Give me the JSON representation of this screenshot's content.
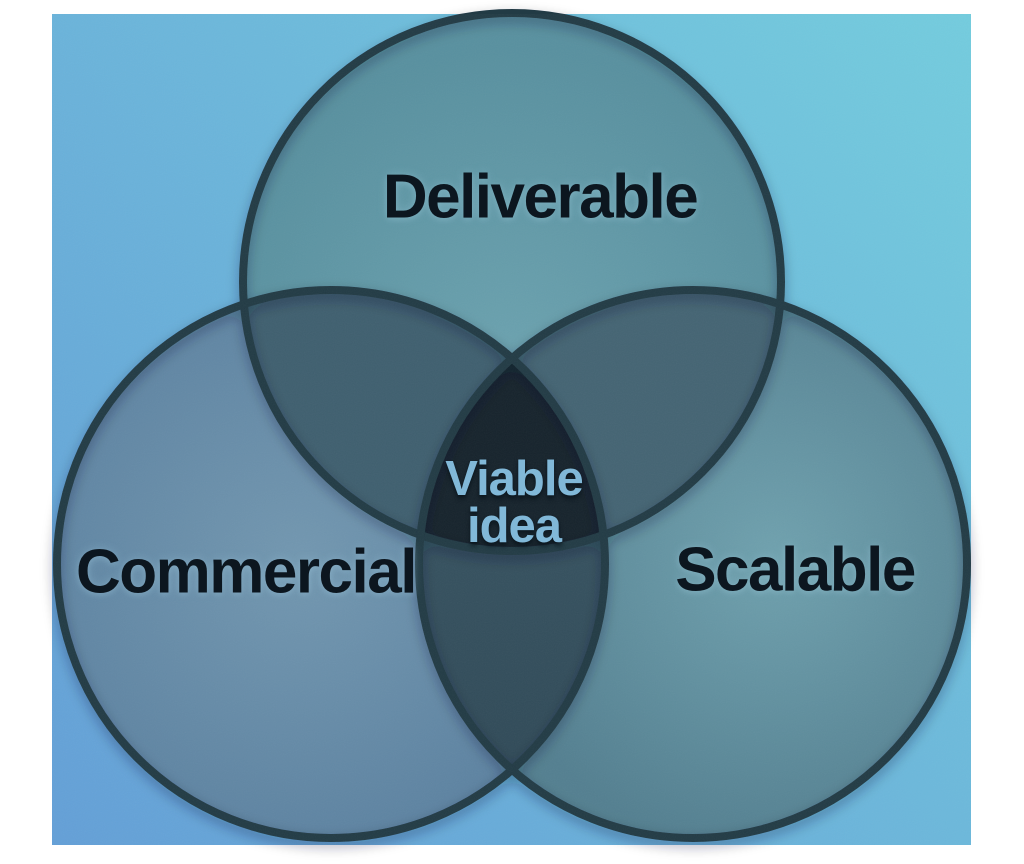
{
  "diagram": {
    "type": "venn-3-circles",
    "sets": [
      {
        "id": "deliverable",
        "label": "Deliverable"
      },
      {
        "id": "commercial",
        "label": "Commercial"
      },
      {
        "id": "scalable",
        "label": "Scalable"
      }
    ],
    "center_label": {
      "line1": "Viable",
      "line2": "idea"
    },
    "colors": {
      "background_gradient_top_right": "#73ccde",
      "background_gradient_bottom_left": "#639fd7",
      "set_label_text": "#0c161f",
      "center_label_text": "#81b8d8",
      "circle_stroke": "#233a45",
      "top_circle_center": "#6ba2af",
      "top_circle_edge": "#58909f",
      "left_circle_center": "#7297b0",
      "left_circle_edge": "#5b81a0",
      "right_circle_center": "#6fa1ae",
      "right_circle_edge": "#537f90",
      "overlap_top_left": "#3f5f6f",
      "overlap_top_right": "#446473",
      "overlap_bottom_near": "#3a5765",
      "overlap_bottom_far": "#304a58",
      "overlap_center": "#16232c"
    }
  }
}
